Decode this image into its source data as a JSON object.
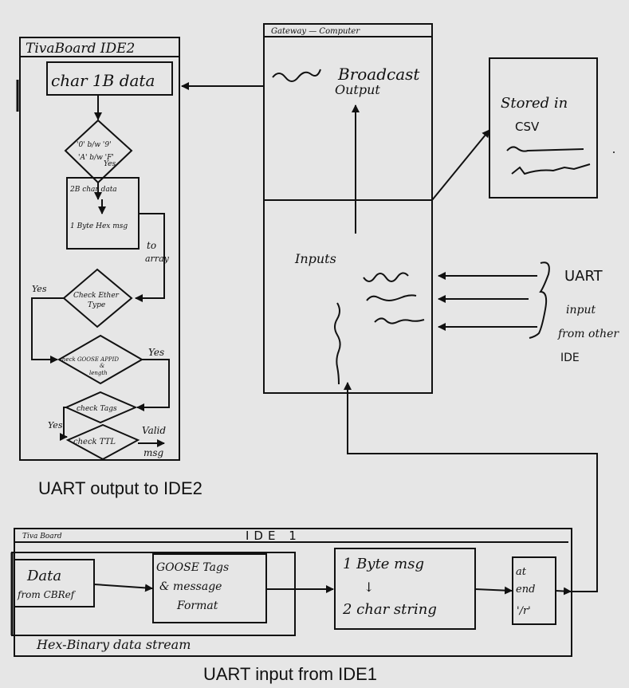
{
  "diagram": {
    "ide2_panel": {
      "title": "TivaBoard IDE2",
      "char_box": "char 1B data",
      "decision_range": [
        "'0' b/w '9'",
        "'A' b/w 'F'"
      ],
      "yes_1": "Yes",
      "convert_box": [
        "2B char data",
        "1 Byte Hex msg"
      ],
      "to_array": [
        "to",
        "array"
      ],
      "decision_ether": [
        "Check Ether",
        "Type"
      ],
      "yes_ether": "Yes",
      "decision_goose": [
        "check GOOSE APPID",
        "&",
        "length"
      ],
      "yes_goose": "Yes",
      "decision_tags": "check Tags",
      "yes_tags": "Yes",
      "decision_ttl": "check TTL",
      "valid_msg": [
        "Valid",
        "msg"
      ]
    },
    "caption_output": "UART output to IDE2",
    "gateway": {
      "title": "Gateway — Computer",
      "broadcast": [
        "Broadcast",
        "Output"
      ],
      "inputs": "Inputs"
    },
    "csv_box": {
      "label": [
        "Stored in",
        "CSV"
      ]
    },
    "uart_other": [
      "UART",
      "input",
      "from other",
      "IDE"
    ],
    "ide1_panel": {
      "board_label": "Tiva Board",
      "title": "IDE 1",
      "data_box": [
        "Data",
        "from CBRef"
      ],
      "goose_box": [
        "GOOSE Tags",
        "& message",
        "Format"
      ],
      "stream_label": "Hex-Binary data stream",
      "byte_box": [
        "1 Byte msg",
        "↓",
        "2 char string"
      ],
      "end_box": [
        "at",
        "end",
        "'/r'"
      ]
    },
    "caption_input": "UART input from IDE1",
    "colors": {
      "background": "#e6e6e6",
      "ink": "#111111"
    }
  }
}
